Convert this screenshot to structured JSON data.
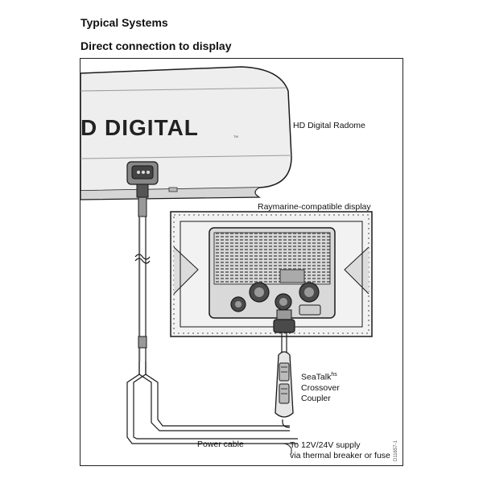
{
  "page": {
    "section_title": "Typical Systems",
    "subtitle": "Direct connection to display"
  },
  "diagram": {
    "radome_brand": "D DIGITAL",
    "radome_trademark": "TM",
    "labels": {
      "radome": "HD Digital Radome",
      "display": "Raymarine-compatible display",
      "coupler_line1": "SeaTalk",
      "coupler_sup": "hs",
      "coupler_line2": "Crossover",
      "coupler_line3": "Coupler",
      "power_cable": "Power cable",
      "supply_line1": "To 12V/24V supply",
      "supply_line2": "via thermal breaker or fuse"
    },
    "drawing_id": "D11657-1"
  },
  "colors": {
    "line": "#1a1a1a",
    "fill_gray": "#c8c8c8",
    "fill_dark": "#4a4a4a",
    "panel": "#e2e2e2"
  }
}
